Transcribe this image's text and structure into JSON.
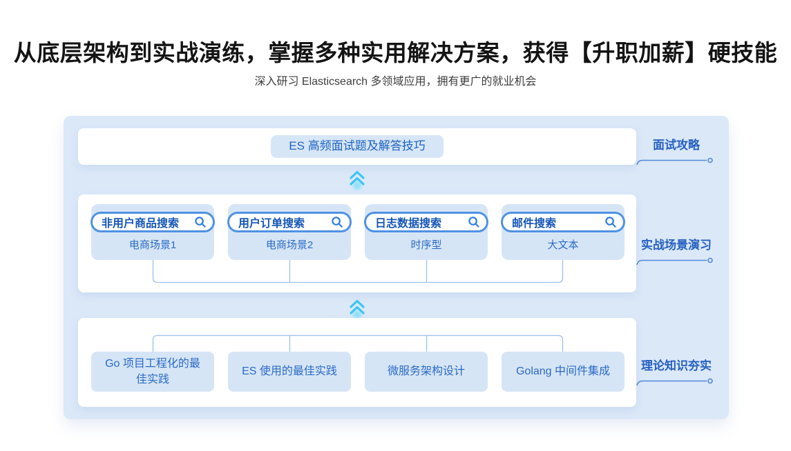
{
  "header": {
    "title": "从底层架构到实战演练，掌握多种实用解决方案，获得【升职加薪】硬技能",
    "subtitle": "深入研习 Elasticsearch 多领域应用，拥有更广的就业机会"
  },
  "diagram": {
    "interview_row": {
      "side_label": "面试攻略",
      "button": "ES 高频面试题及解答技巧"
    },
    "scenario_row": {
      "side_label": "实战场景演习",
      "items": [
        {
          "search": "非用户商品搜索",
          "caption": "电商场景1"
        },
        {
          "search": "用户订单搜索",
          "caption": "电商场景2"
        },
        {
          "search": "日志数据搜索",
          "caption": "时序型"
        },
        {
          "search": "邮件搜索",
          "caption": "大文本"
        }
      ]
    },
    "theory_row": {
      "side_label": "理论知识夯实",
      "items": [
        {
          "title": "Go 项目工程化的最佳实践"
        },
        {
          "title": "ES 使用的最佳实践"
        },
        {
          "title": "微服务架构设计"
        },
        {
          "title": "Golang 中间件集成"
        }
      ]
    },
    "colors": {
      "panel_bg": "#dbe8f8",
      "box_bg": "#d6e5f6",
      "accent_text": "#1d63c6",
      "pill_border": "#4e92e3",
      "bracket_line": "#9bc0ec",
      "side_line": "#4f88d8",
      "chevron": "#3cc5f5"
    }
  }
}
